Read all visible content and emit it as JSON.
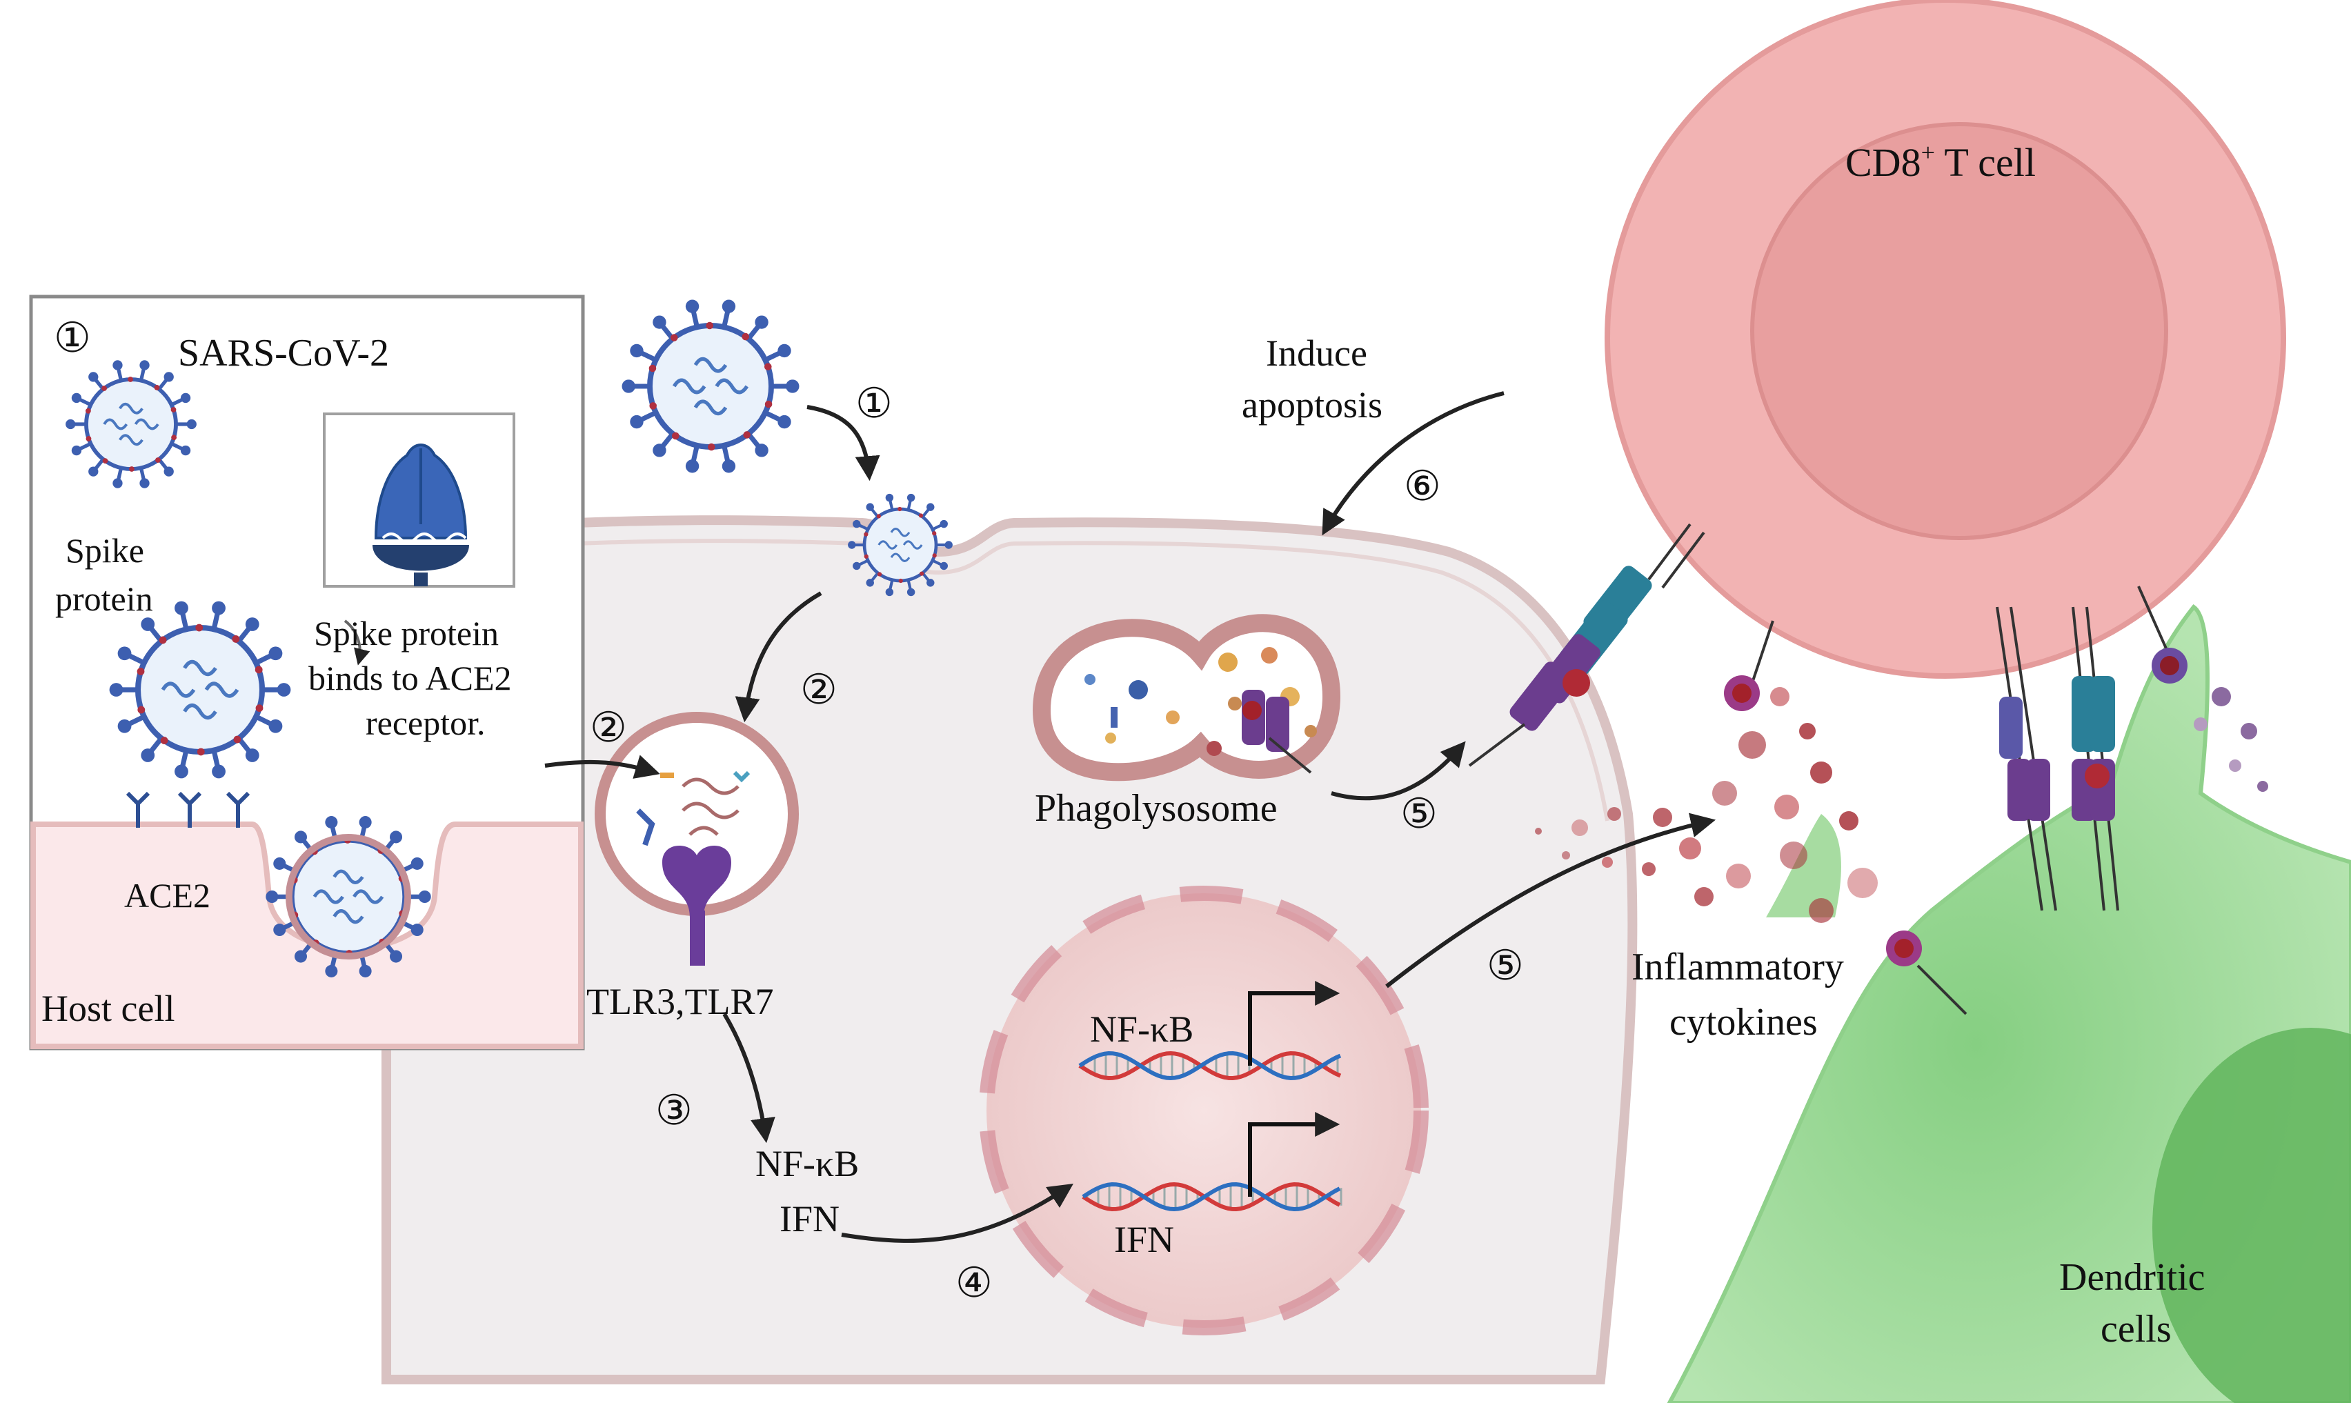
{
  "labels": {
    "sars": "SARS-CoV-2",
    "spike_protein_line1": "Spike",
    "spike_protein_line2": "protein",
    "spike_binds_line1": "Spike protein",
    "spike_binds_line2": "binds to ACE2",
    "spike_binds_line3": "receptor.",
    "ace2": "ACE2",
    "host_cell": "Host cell",
    "tlr": "TLR3,TLR7",
    "nfkb_cyto": "NF-κB",
    "ifn_cyto": "IFN",
    "nfkb_nuc": "NF-κB",
    "ifn_nuc": "IFN",
    "phagolysosome": "Phagolysosome",
    "induce_line1": "Induce",
    "induce_line2": "apoptosis",
    "cd8_main": "CD8",
    "cd8_sup": "+",
    "cd8_tail": " T cell",
    "inflam_line1": "Inflammatory",
    "inflam_line2": "cytokines",
    "dendritic_line1": "Dendritic",
    "dendritic_line2": "cells"
  },
  "steps": {
    "inset_1": "①",
    "entry_1": "①",
    "inset_2": "②",
    "endo_2": "②",
    "step_3": "③",
    "step_4": "④",
    "step_5a": "⑤",
    "step_5b": "⑤",
    "step_6": "⑥"
  },
  "colors": {
    "virus_blue": "#3d5fb0",
    "spike_red": "#b03040",
    "host_cell_fill": "#f1eeef",
    "membrane": "#d6bcbc",
    "nucleus_fill": "#f2d8d8",
    "tcell_outer": "#f2b5b5",
    "tcell_inner": "#e8a3a3",
    "dendritic": "#9ed99a",
    "receptor_purple": "#6a4aa0",
    "receptor_teal": "#2b7f9a",
    "cytokine_red": "#a8323a"
  }
}
